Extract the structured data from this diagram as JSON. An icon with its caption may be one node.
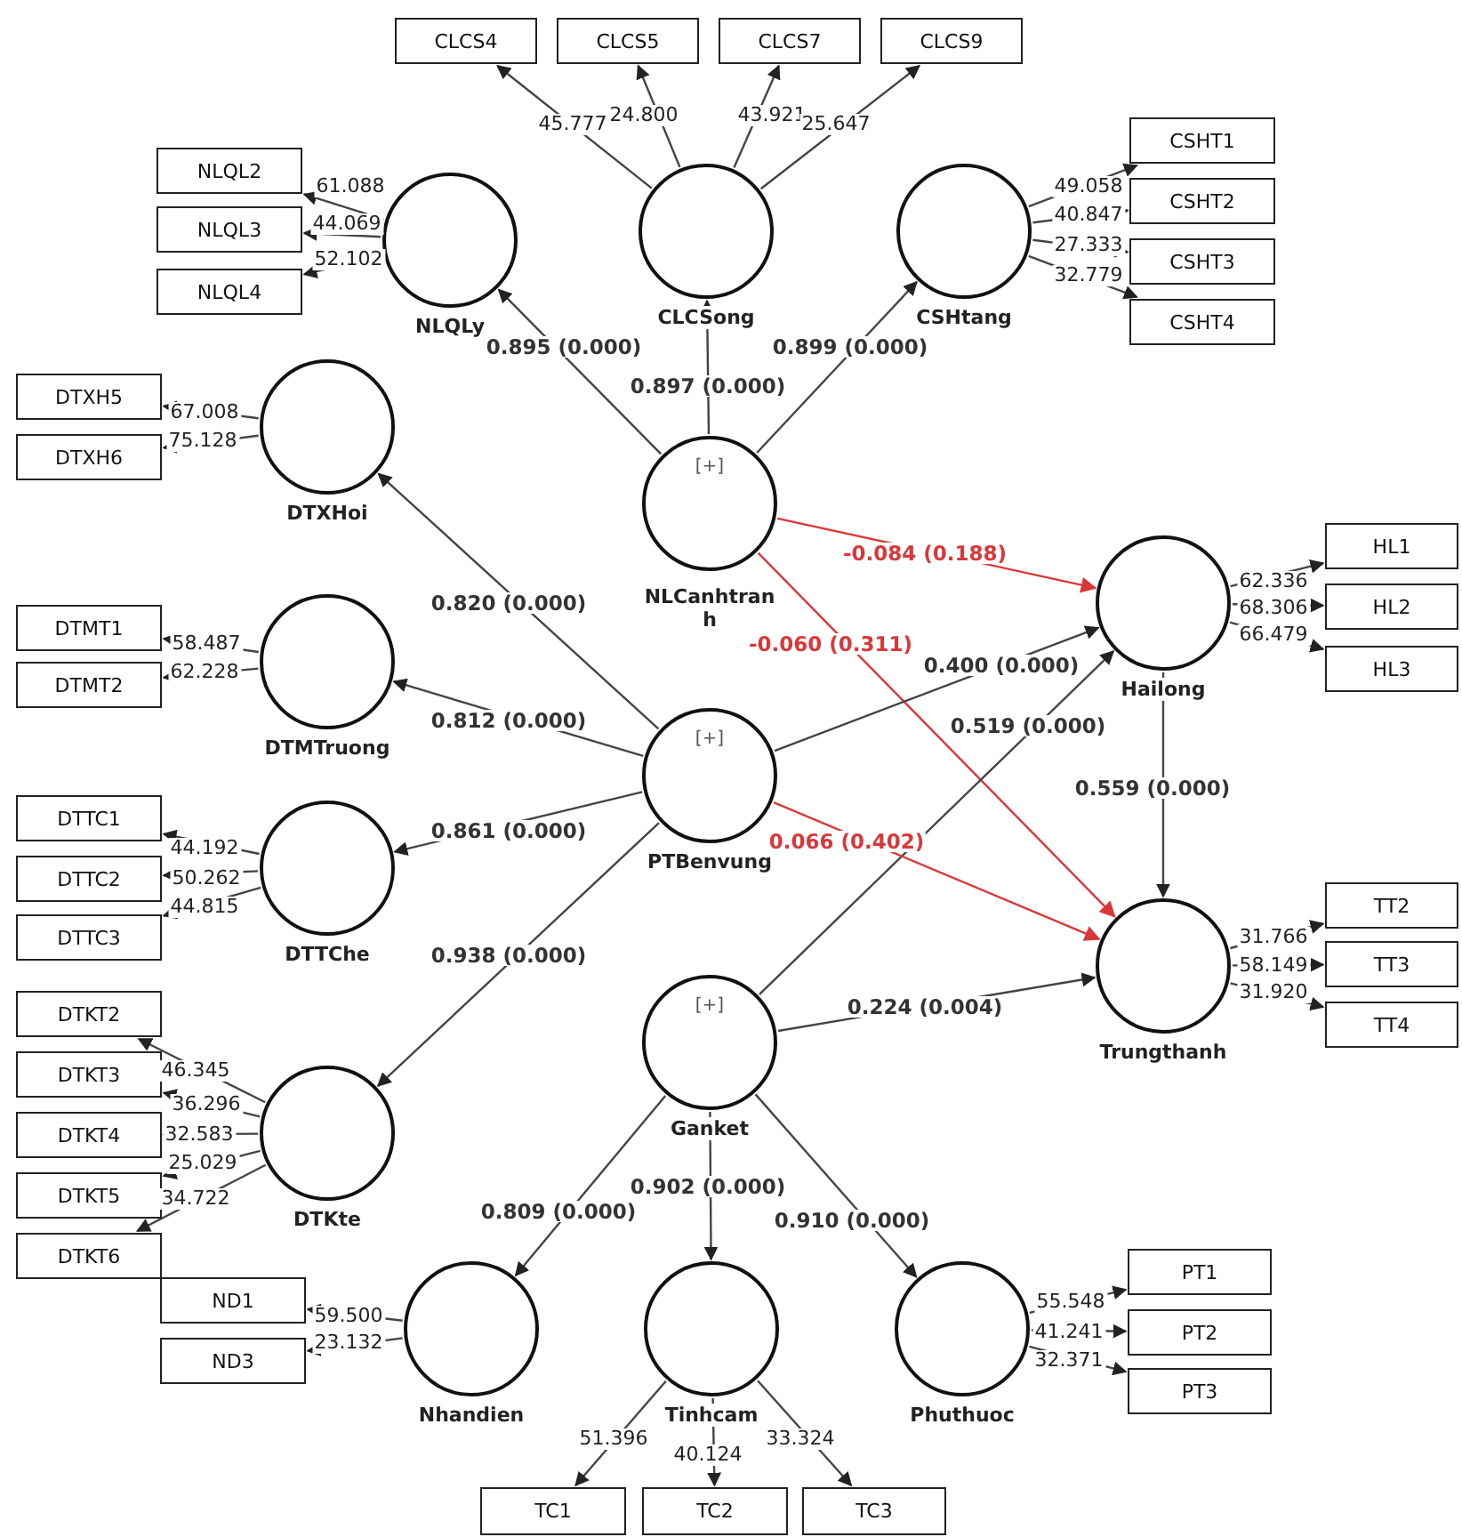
{
  "diagram": {
    "nodes": [
      {
        "text": [
          "CLCS4"
        ]
      },
      {
        "text": [
          "CLCS5"
        ]
      },
      {
        "text": [
          "CLCS7"
        ]
      },
      {
        "text": [
          "CLCS9"
        ]
      },
      {
        "text": [
          "NLQL2"
        ]
      },
      {
        "text": [
          "NLQL3"
        ]
      },
      {
        "text": [
          "NLQL4"
        ]
      },
      {
        "text": [
          "NLQLy"
        ]
      },
      {
        "text": [
          "CLCSong"
        ]
      },
      {
        "text": [
          "CSHtang"
        ]
      },
      {
        "text": [
          "CSHT1"
        ]
      },
      {
        "text": [
          "CSHT2"
        ]
      },
      {
        "text": [
          "CSHT3"
        ]
      },
      {
        "text": [
          "CSHT4"
        ]
      },
      {
        "text": [
          "DTXH5"
        ]
      },
      {
        "text": [
          "DTXH6"
        ]
      },
      {
        "text": [
          "DTXHoi"
        ]
      },
      {
        "text": [
          "[+]",
          "NLCanhtranh"
        ]
      },
      {
        "text": [
          "HL1"
        ]
      },
      {
        "text": [
          "HL2"
        ]
      },
      {
        "text": [
          "HL3"
        ]
      },
      {
        "text": [
          "Hailong"
        ]
      },
      {
        "text": [
          "DTMT1"
        ]
      },
      {
        "text": [
          "DTMT2"
        ]
      },
      {
        "text": [
          "DTMTruong"
        ]
      },
      {
        "text": [
          "[+]",
          "PTBenvung"
        ]
      },
      {
        "text": [
          "DTTC1"
        ]
      },
      {
        "text": [
          "DTTC2"
        ]
      },
      {
        "text": [
          "DTTC3"
        ]
      },
      {
        "text": [
          "DTTChe"
        ]
      },
      {
        "text": [
          "TT2"
        ]
      },
      {
        "text": [
          "TT3"
        ]
      },
      {
        "text": [
          "TT4"
        ]
      },
      {
        "text": [
          "Trungthanh"
        ]
      },
      {
        "text": [
          "[+]",
          "Ganket"
        ]
      },
      {
        "text": [
          "DTKT2"
        ]
      },
      {
        "text": [
          "DTKT3"
        ]
      },
      {
        "text": [
          "DTKT4"
        ]
      },
      {
        "text": [
          "DTKT5"
        ]
      },
      {
        "text": [
          "DTKT6"
        ]
      },
      {
        "text": [
          "DTKte"
        ]
      },
      {
        "text": [
          "ND1"
        ]
      },
      {
        "text": [
          "ND3"
        ]
      },
      {
        "text": [
          "Nhandien"
        ]
      },
      {
        "text": [
          "Tinhcam"
        ]
      },
      {
        "text": [
          "Phuthuoc"
        ]
      },
      {
        "text": [
          "PT1"
        ]
      },
      {
        "text": [
          "PT2"
        ]
      },
      {
        "text": [
          "PT3"
        ]
      },
      {
        "text": [
          "TC1"
        ]
      },
      {
        "text": [
          "TC2"
        ]
      },
      {
        "text": [
          "TC3"
        ]
      }
    ],
    "edges": [
      {
        "from": 8,
        "to": 0,
        "arrow": "to",
        "label": "45.777"
      },
      {
        "from": 8,
        "to": 1,
        "arrow": "to",
        "label": "24.800"
      },
      {
        "from": 8,
        "to": 2,
        "arrow": "to",
        "label": "43.921"
      },
      {
        "from": 8,
        "to": 3,
        "arrow": "to",
        "label": "25.647"
      },
      {
        "from": 7,
        "to": 4,
        "arrow": "to",
        "label": "61.088"
      },
      {
        "from": 7,
        "to": 5,
        "arrow": "to",
        "label": "44.069"
      },
      {
        "from": 7,
        "to": 6,
        "arrow": "to",
        "label": "52.102"
      },
      {
        "from": 9,
        "to": 10,
        "arrow": "to",
        "label": "49.058"
      },
      {
        "from": 9,
        "to": 11,
        "arrow": "to",
        "label": "40.847"
      },
      {
        "from": 9,
        "to": 12,
        "arrow": "to",
        "label": "27.333"
      },
      {
        "from": 9,
        "to": 13,
        "arrow": "to",
        "label": "32.779"
      },
      {
        "from": 17,
        "to": 7,
        "arrow": "to",
        "label": "0.895 (0.000)"
      },
      {
        "from": 17,
        "to": 8,
        "arrow": "to",
        "label": "0.897 (0.000)"
      },
      {
        "from": 17,
        "to": 9,
        "arrow": "to",
        "label": "0.899 (0.000)"
      },
      {
        "from": 16,
        "to": 14,
        "arrow": "to",
        "label": "67.008"
      },
      {
        "from": 16,
        "to": 15,
        "arrow": "to",
        "label": "75.128"
      },
      {
        "from": 25,
        "to": 16,
        "arrow": "to",
        "label": "0.820 (0.000)"
      },
      {
        "from": 17,
        "to": 21,
        "arrow": "to",
        "label": "-0.084 (0.188)",
        "color": "#d9383a"
      },
      {
        "from": 17,
        "to": 33,
        "arrow": "to",
        "label": "-0.060 (0.311)",
        "color": "#d9383a"
      },
      {
        "from": 21,
        "to": 18,
        "arrow": "to",
        "label": "62.336"
      },
      {
        "from": 21,
        "to": 19,
        "arrow": "to",
        "label": "68.306"
      },
      {
        "from": 21,
        "to": 20,
        "arrow": "to",
        "label": "66.479"
      },
      {
        "from": 24,
        "to": 22,
        "arrow": "to",
        "label": "58.487"
      },
      {
        "from": 24,
        "to": 23,
        "arrow": "to",
        "label": "62.228"
      },
      {
        "from": 25,
        "to": 24,
        "arrow": "to",
        "label": "0.812 (0.000)"
      },
      {
        "from": 25,
        "to": 21,
        "arrow": "to",
        "label": "0.400 (0.000)"
      },
      {
        "from": 34,
        "to": 21,
        "arrow": "to",
        "label": "0.519 (0.000)"
      },
      {
        "from": 29,
        "to": 26,
        "arrow": "to",
        "label": "44.192"
      },
      {
        "from": 29,
        "to": 27,
        "arrow": "to",
        "label": "50.262"
      },
      {
        "from": 29,
        "to": 28,
        "arrow": "to",
        "label": "44.815"
      },
      {
        "from": 25,
        "to": 29,
        "arrow": "to",
        "label": "0.861 (0.000)"
      },
      {
        "from": 25,
        "to": 33,
        "arrow": "to",
        "label": "0.066 (0.402)",
        "color": "#d9383a"
      },
      {
        "from": 21,
        "to": 33,
        "arrow": "to",
        "label": "0.559 (0.000)"
      },
      {
        "from": 33,
        "to": 30,
        "arrow": "to",
        "label": "31.766"
      },
      {
        "from": 33,
        "to": 31,
        "arrow": "to",
        "label": "58.149"
      },
      {
        "from": 33,
        "to": 32,
        "arrow": "to",
        "label": "31.920"
      },
      {
        "from": 25,
        "to": 40,
        "arrow": "to",
        "label": "0.938 (0.000)"
      },
      {
        "from": 34,
        "to": 33,
        "arrow": "to",
        "label": "0.224 (0.004)"
      },
      {
        "from": 40,
        "to": 35,
        "arrow": "to",
        "label": "46.345"
      },
      {
        "from": 40,
        "to": 36,
        "arrow": "to",
        "label": "36.296"
      },
      {
        "from": 40,
        "to": 37,
        "arrow": "to",
        "label": "32.583"
      },
      {
        "from": 40,
        "to": 38,
        "arrow": "to",
        "label": "25.029"
      },
      {
        "from": 40,
        "to": 39,
        "arrow": "to",
        "label": "34.722"
      },
      {
        "from": 34,
        "to": 43,
        "arrow": "to",
        "label": "0.809 (0.000)"
      },
      {
        "from": 34,
        "to": 44,
        "arrow": "to",
        "label": "0.902 (0.000)"
      },
      {
        "from": 34,
        "to": 45,
        "arrow": "to",
        "label": "0.910 (0.000)"
      },
      {
        "from": 43,
        "to": 41,
        "arrow": "to",
        "label": "59.500"
      },
      {
        "from": 43,
        "to": 42,
        "arrow": "to",
        "label": "23.132"
      },
      {
        "from": 45,
        "to": 46,
        "arrow": "to",
        "label": "55.548"
      },
      {
        "from": 45,
        "to": 47,
        "arrow": "to",
        "label": "41.241"
      },
      {
        "from": 45,
        "to": 48,
        "arrow": "to",
        "label": "32.371"
      },
      {
        "from": 44,
        "to": 49,
        "arrow": "to",
        "label": "51.396"
      },
      {
        "from": 44,
        "to": 50,
        "arrow": "to",
        "label": "40.124"
      },
      {
        "from": 44,
        "to": 51,
        "arrow": "to",
        "label": "33.324"
      }
    ]
  }
}
